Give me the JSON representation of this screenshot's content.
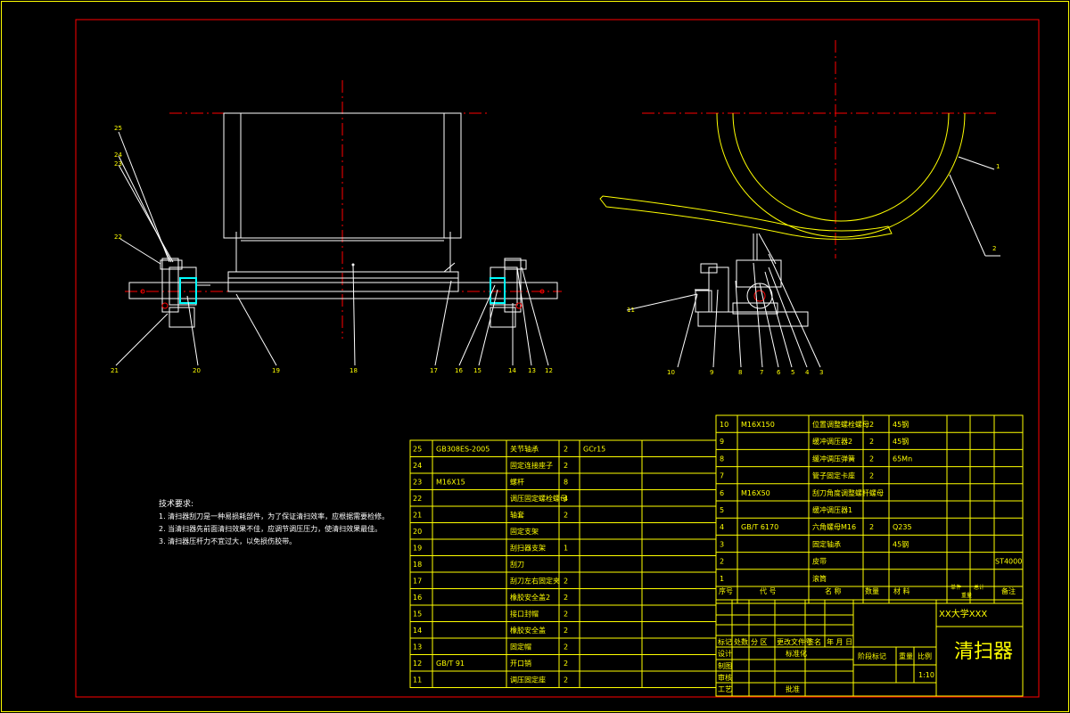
{
  "colors": {
    "background": "#000000",
    "border": "#ff0000",
    "outer_frame": "#ffff00",
    "table_lines": "#ffff00",
    "text": "#ffff00",
    "drawing": "#ffffff",
    "centerline": "#ff0000",
    "accent": "#00ffff",
    "hatch": "#ffff00"
  },
  "tech_requirements": {
    "title": "技术要求:",
    "items": [
      "1. 清扫器刮刀是一种易损耗部件，为了保证清扫效率，应根据需要检修。",
      "2. 当清扫器先前面清扫效果不佳，应调节调压压力，使清扫效果最佳。",
      "3. 清扫器压杆力不宜过大，以免损伤胶带。"
    ]
  },
  "left_view_callouts": [
    "25",
    "24",
    "23",
    "22",
    "21",
    "20",
    "19",
    "18",
    "17",
    "16",
    "15",
    "14",
    "13",
    "12"
  ],
  "right_view_callouts": [
    "1",
    "2",
    "3",
    "4",
    "5",
    "6",
    "7",
    "8",
    "9",
    "10",
    "11"
  ],
  "bom_left": [
    {
      "no": "25",
      "code": "GB308ES-2005",
      "name": "关节轴承",
      "qty": "2",
      "material": "GCr15"
    },
    {
      "no": "24",
      "code": "",
      "name": "固定连接座子",
      "qty": "2",
      "material": ""
    },
    {
      "no": "23",
      "code": "M16X15",
      "name": "螺杆",
      "qty": "8",
      "material": ""
    },
    {
      "no": "22",
      "code": "",
      "name": "调压固定螺栓螺母",
      "qty": "4",
      "material": ""
    },
    {
      "no": "21",
      "code": "",
      "name": "轴套",
      "qty": "2",
      "material": ""
    },
    {
      "no": "20",
      "code": "",
      "name": "固定支架",
      "qty": "",
      "material": ""
    },
    {
      "no": "19",
      "code": "",
      "name": "刮扫器支架",
      "qty": "1",
      "material": ""
    },
    {
      "no": "18",
      "code": "",
      "name": "刮刀",
      "qty": "",
      "material": ""
    },
    {
      "no": "17",
      "code": "",
      "name": "刮刀左右固定夹",
      "qty": "2",
      "material": ""
    },
    {
      "no": "16",
      "code": "",
      "name": "橡胶安全盖2",
      "qty": "2",
      "material": ""
    },
    {
      "no": "15",
      "code": "",
      "name": "接口封帽",
      "qty": "2",
      "material": ""
    },
    {
      "no": "14",
      "code": "",
      "name": "橡胶安全盖",
      "qty": "2",
      "material": ""
    },
    {
      "no": "13",
      "code": "",
      "name": "固定帽",
      "qty": "2",
      "material": ""
    },
    {
      "no": "12",
      "code": "GB/T 91",
      "name": "开口销",
      "qty": "2",
      "material": ""
    },
    {
      "no": "11",
      "code": "",
      "name": "调压固定座",
      "qty": "2",
      "material": ""
    }
  ],
  "bom_right": [
    {
      "no": "10",
      "code": "M16X150",
      "name": "位置调整螺栓螺母",
      "qty": "2",
      "material": "45钢",
      "extra": ""
    },
    {
      "no": "9",
      "code": "",
      "name": "缓冲调压器2",
      "qty": "2",
      "material": "45钢",
      "extra": ""
    },
    {
      "no": "8",
      "code": "",
      "name": "缓冲调压弹簧",
      "qty": "2",
      "material": "65Mn",
      "extra": ""
    },
    {
      "no": "7",
      "code": "",
      "name": "管子固定卡座",
      "qty": "2",
      "material": "",
      "extra": ""
    },
    {
      "no": "6",
      "code": "M16X50",
      "name": "刮刀角度调整螺杆螺母",
      "qty": "",
      "material": "",
      "extra": ""
    },
    {
      "no": "5",
      "code": "",
      "name": "缓冲调压器1",
      "qty": "",
      "material": "",
      "extra": ""
    },
    {
      "no": "4",
      "code": "GB/T 6170",
      "name": "六角螺母M16",
      "qty": "2",
      "material": "Q235",
      "extra": ""
    },
    {
      "no": "3",
      "code": "",
      "name": "固定轴承",
      "qty": "",
      "material": "45钢",
      "extra": ""
    },
    {
      "no": "2",
      "code": "",
      "name": "皮带",
      "qty": "",
      "material": "",
      "extra": "ST4000"
    },
    {
      "no": "1",
      "code": "",
      "name": "滚筒",
      "qty": "",
      "material": "",
      "extra": ""
    }
  ],
  "bom_header": {
    "no": "序号",
    "code": "代 号",
    "name": "名 称",
    "qty": "数量",
    "material": "材 料",
    "single": "单件",
    "total": "总计",
    "weight": "重量",
    "remark": "备注"
  },
  "title_block": {
    "school": "XX大学XXX",
    "drawing_name": "清扫器",
    "scale_label": "比例",
    "scale": "1:10",
    "stage_label": "阶段标记",
    "weight_label": "重量",
    "rev_row": [
      "标记",
      "处数",
      "分 区",
      "更改文件号",
      "签名",
      "年 月 日"
    ],
    "design": "设计",
    "standard": "标准化",
    "drawn": "制图",
    "check": "审核",
    "process": "工艺",
    "approve": "批准"
  }
}
